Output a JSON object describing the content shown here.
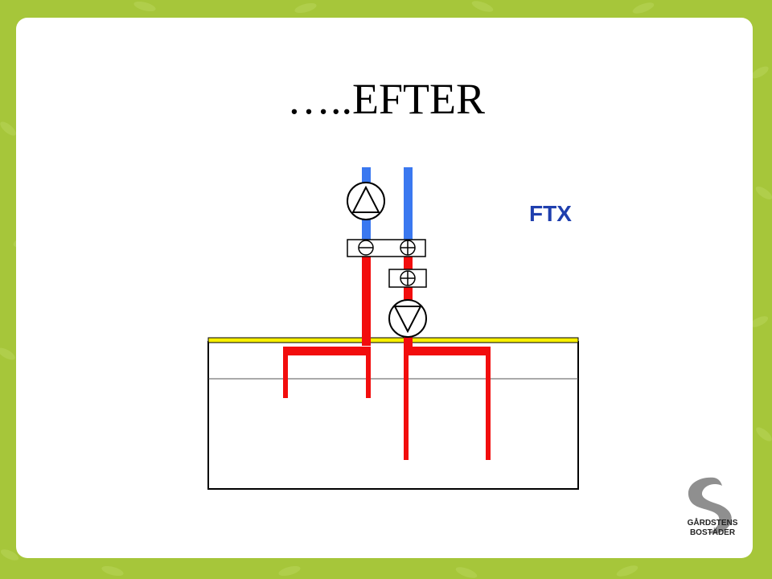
{
  "slide": {
    "title": "…..EFTER",
    "label": "FTX"
  },
  "logo": {
    "line1": "GÅRDSTENS",
    "line2": "BOSTÄDER"
  },
  "colors": {
    "background": "#a6c63a",
    "cold_pipe": "#3a78f0",
    "hot_pipe": "#f20d0d",
    "roof": "#f8f000",
    "label": "#1f3fae"
  }
}
